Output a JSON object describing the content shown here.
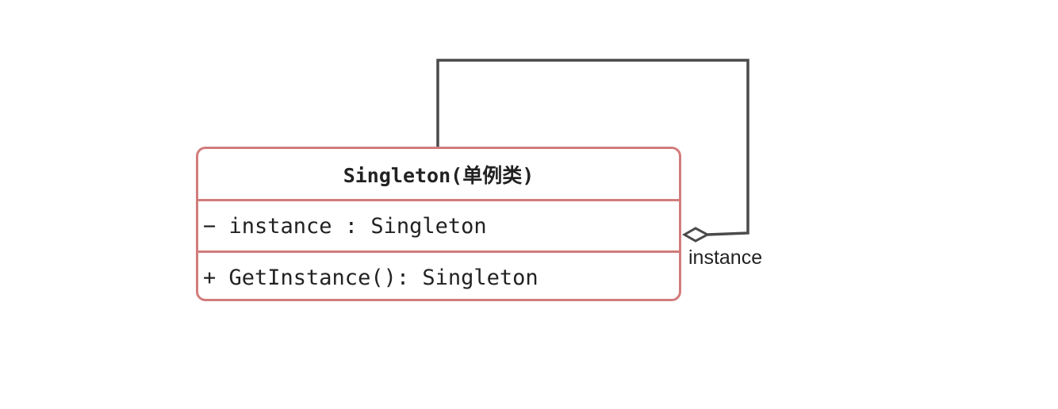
{
  "class_box": {
    "name": "Singleton(单例类)",
    "attribute": "− instance : Singleton",
    "operation": "+ GetInstance(): Singleton"
  },
  "association": {
    "kind": "aggregation",
    "role_label": "instance"
  },
  "colors": {
    "class_border": "#d27c7c",
    "connector": "#4a4a4a",
    "text": "#222222"
  }
}
